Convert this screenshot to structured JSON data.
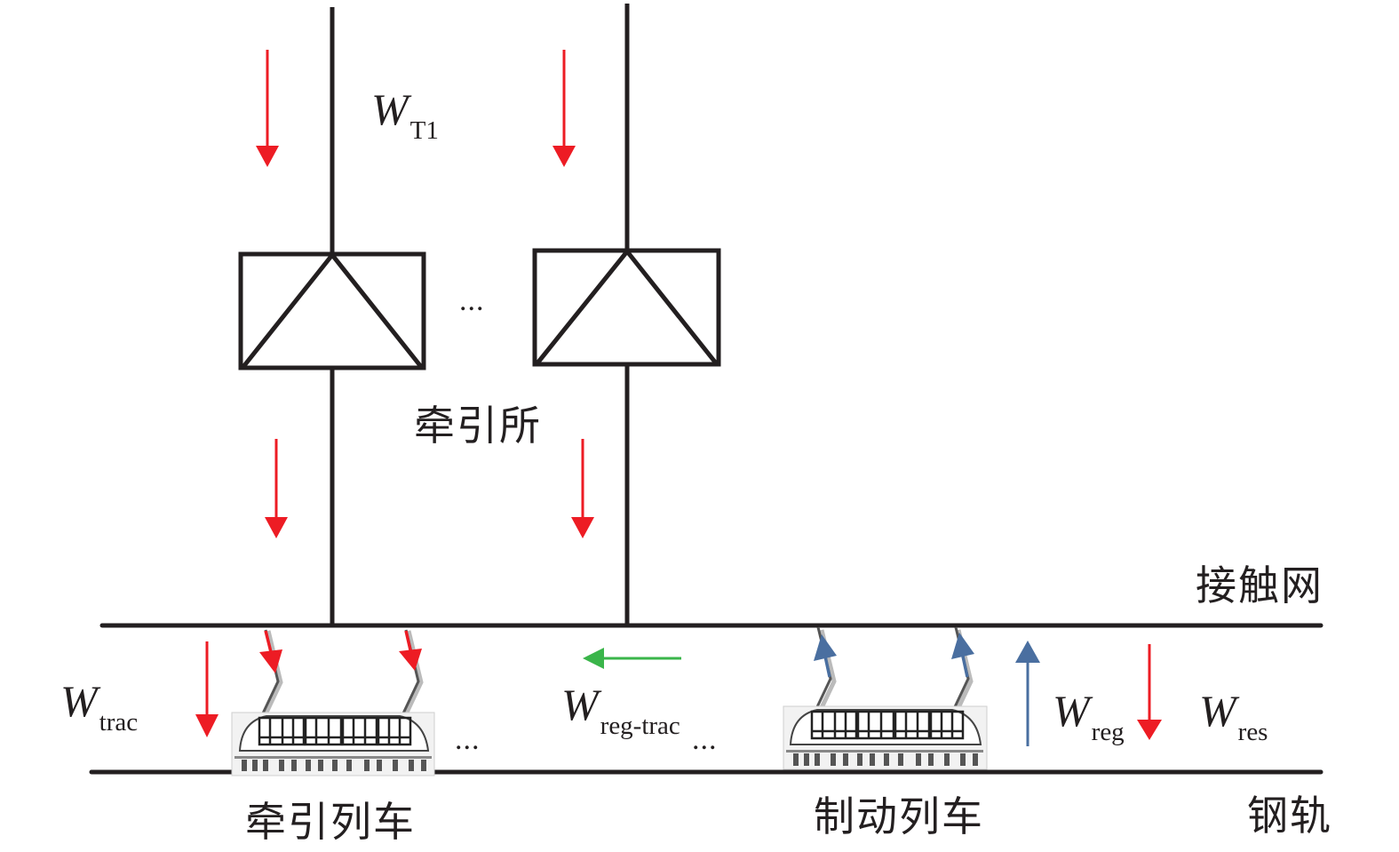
{
  "diagram": {
    "title": "Traction power supply energy flow",
    "colors": {
      "line": "#231f20",
      "traction_flow": "#ed1c24",
      "regen_flow": "#4a6fa0",
      "reg_to_trac_flow": "#3ab54a",
      "train_gray": "#555555"
    },
    "labels": {
      "w_t1": {
        "main": "W",
        "sub": "T1"
      },
      "w_trac": {
        "main": "W",
        "sub": "trac"
      },
      "w_reg_trac": {
        "main": "W",
        "sub": "reg-trac"
      },
      "w_reg": {
        "main": "W",
        "sub": "reg"
      },
      "w_res": {
        "main": "W",
        "sub": "res"
      },
      "substation": "牵引所",
      "catenary": "接触网",
      "rail": "钢轨",
      "traction_train": "牵引列车",
      "braking_train": "制动列车"
    },
    "ellipsis": "...",
    "substations": [
      {
        "name": "substation-1",
        "symbol": "rectifier-triangle"
      },
      {
        "name": "substation-2",
        "symbol": "rectifier-triangle"
      }
    ],
    "trains": [
      {
        "name": "traction-train",
        "mode": "traction",
        "pantograph_flow": "down"
      },
      {
        "name": "braking-train",
        "mode": "braking",
        "pantograph_flow": "up"
      }
    ]
  }
}
